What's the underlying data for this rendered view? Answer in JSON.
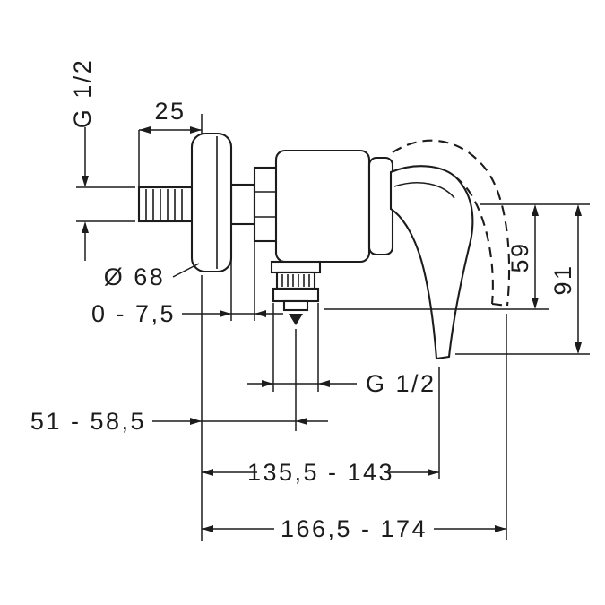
{
  "page": {
    "background": "#ffffff",
    "line_color": "#1c1c1c",
    "kind": "technical-dimension-drawing"
  },
  "labels": {
    "inlet_thread": "G 1/2",
    "nipple_projection": "25",
    "plate_diameter": "Ø 68",
    "adjustment_range": "0 - 7,5",
    "axis_to_outlet": "59",
    "axis_to_lever_tip": "91",
    "outlet_thread": "G 1/2",
    "wall_to_outlet_center": "51 - 58,5",
    "wall_to_lever": "135,5 - 143",
    "wall_to_lever_max": "166,5 - 174"
  }
}
